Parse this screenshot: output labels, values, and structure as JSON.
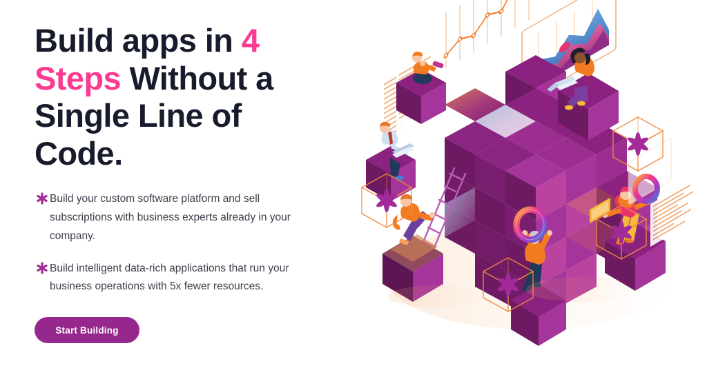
{
  "page": {
    "background_color": "#ffffff",
    "accent_pink": "#fd3a92",
    "accent_purple": "#96288d",
    "heading_color": "#171b2c",
    "body_color": "#3c3f4a"
  },
  "hero": {
    "title": {
      "full_text": "Build apps in 4 Steps Without a Single Line of Code.",
      "line1_plain": "Build apps in ",
      "line1_accent": "4",
      "line2_accent": "Steps",
      "line2_plain": " Without a",
      "line3_plain": "Single Line of",
      "line4_plain": "Code."
    },
    "bullets": [
      {
        "marker": "asterisk-icon",
        "text": "Build your custom software platform and sell subscriptions with business experts already in your company."
      },
      {
        "marker": "asterisk-icon",
        "text": "Build intelligent data-rich applications that run your business operations with 5x fewer resources."
      }
    ],
    "cta": {
      "label": "Start Building",
      "background_color": "#96288d",
      "text_color": "#ffffff"
    }
  },
  "illustration": {
    "name": "isometric-cube-platform-illustration",
    "description": "Isometric stacked purple cube with people building on surrounding cubes",
    "palette": {
      "cube_light": "#b martial",
      "cube_face_light": "#b9439f",
      "cube_face_mid": "#98268f",
      "cube_face_dark": "#6d1a63",
      "wireframe_outline": "#f08a3c",
      "asterisk_fill": "#a32a99",
      "skin_light": "#f9c6a8",
      "skin_dark": "#8c5230",
      "shirt_orange": "#f47c20",
      "pants_navy": "#23395b",
      "pants_purple": "#7b3fa0",
      "pants_yellow": "#f6b93b",
      "chart_blue": "#3f7fd4",
      "chart_pink": "#ef3f74",
      "ring_gradient_start": "#f23b8a",
      "ring_gradient_end": "#7a3fbf"
    },
    "elements": [
      {
        "name": "person-telescope",
        "label": "Person with telescope on cube"
      },
      {
        "name": "person-laptop-suited",
        "label": "Businessman with laptop on cube"
      },
      {
        "name": "person-ladder-climber",
        "label": "Person climbing ladder on cube"
      },
      {
        "name": "person-laptop-woman",
        "label": "Woman with laptop on cube"
      },
      {
        "name": "person-ring-reacher",
        "label": "Person reaching for ring on cube"
      },
      {
        "name": "person-tablet-woman",
        "label": "Woman with tablet on cube"
      },
      {
        "name": "wireframe-asterisk-cube",
        "label": "Wireframe cube with asterisk",
        "count": 4
      },
      {
        "name": "line-chart-panel",
        "label": "Orange line chart"
      },
      {
        "name": "area-chart-panel",
        "label": "Multi-color area chart panel"
      },
      {
        "name": "document-panel",
        "label": "Document text panel",
        "count": 2
      },
      {
        "name": "gradient-ring",
        "label": "Gradient ring/donut",
        "count": 2
      },
      {
        "name": "central-cube-stack",
        "label": "Central stacked cube structure"
      }
    ]
  }
}
